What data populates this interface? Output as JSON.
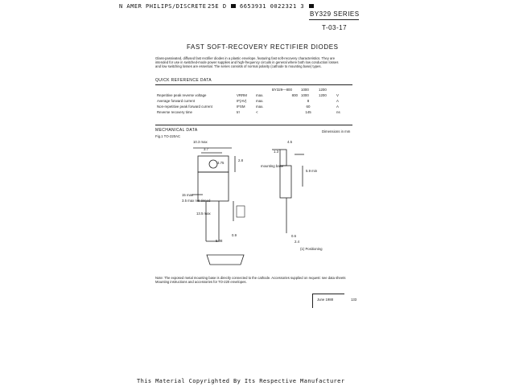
{
  "header": {
    "left_text": "N AMER PHILIPS/DISCRETE",
    "mid_text": "25E D",
    "code_text": "6653931 0022321 3",
    "series": "BY329 SERIES",
    "code_ref": "T-03-17"
  },
  "document": {
    "title": "FAST SOFT-RECOVERY RECTIFIER DIODES",
    "description": "Glass-passivated, diffused fast rectifier diodes in a plastic envelope, featuring fast soft-recovery characteristics. They are intended for use in switched-mode power supplies and high-frequency circuits in general where both low conduction losses and low switching losses are essential. The series consists of normal polarity (cathode to mounting base) types.",
    "quick_reference_heading": "QUICK REFERENCE DATA",
    "quick_reference": {
      "header": [
        "",
        "",
        "",
        "BY329—800",
        "1000",
        "1200",
        ""
      ],
      "rows": [
        [
          "Repetitive peak reverse voltage",
          "VRRM",
          "max.",
          "800",
          "1000",
          "1200",
          "V"
        ],
        [
          "Average forward current",
          "IF(AV)",
          "max.",
          "",
          "8",
          "",
          "A"
        ],
        [
          "Non-repetitive peak forward current",
          "IFSM",
          "max.",
          "",
          "60",
          "",
          "A"
        ],
        [
          "Reverse recovery time",
          "trr",
          "<",
          "",
          "145",
          "",
          "ns"
        ]
      ]
    },
    "mechanical_heading": "MECHANICAL DATA",
    "dimensions_note": "Dimensions in mm",
    "package": "Fig.1 TO-220AC",
    "drawing_labels": {
      "width_top": "10.3 max",
      "width_inner": "3.7",
      "height_right": "2.8",
      "mount_hole": "3.75",
      "lead_len": "15 max",
      "lead_note": "3.5 max not tinned",
      "pin_len": "13.5 max",
      "lead_pitch": "5.08",
      "lead_width": "0.9",
      "mounting_base": "mounting base",
      "side_top": "4.5",
      "side_h": "1.3",
      "side_depth": "5.9 min",
      "side_t": "0.6",
      "side_len": "2.4",
      "ref_label": "(1) Positioning"
    },
    "note": "Note: The exposed metal mounting base is directly connected to the cathode. Accessories supplied on request: see data sheets Mounting instructions and accessories for TO-220 envelopes.",
    "date": "June 1988",
    "page_number": "133"
  },
  "footer": {
    "copyright": "This Material Copyrighted By Its Respective Manufacturer"
  }
}
